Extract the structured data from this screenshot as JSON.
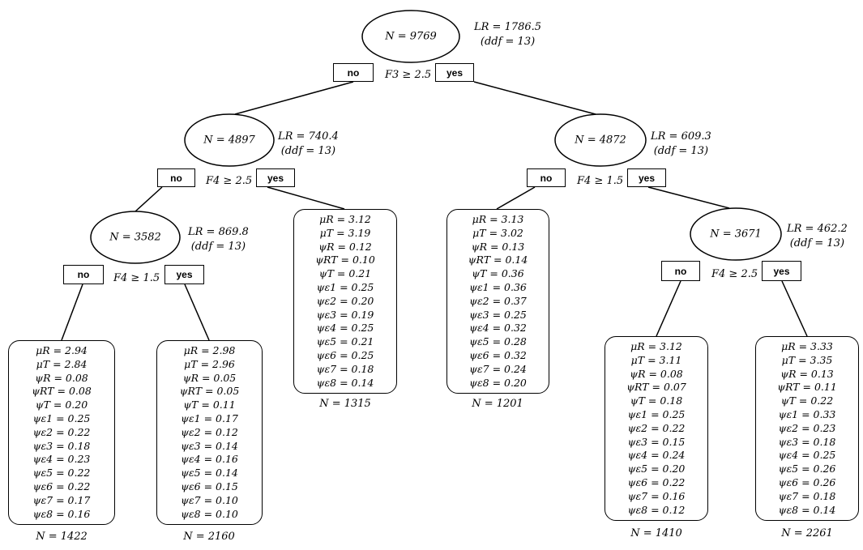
{
  "nodes": {
    "root": {
      "n": "N = 9769",
      "lr": "LR = 1786.5",
      "ddf": "(ddf = 13)",
      "cond": "F3 ≥ 2.5",
      "no": "no",
      "yes": "yes"
    },
    "left": {
      "n": "N = 4897",
      "lr": "LR = 740.4",
      "ddf": "(ddf = 13)",
      "cond": "F4 ≥ 2.5",
      "no": "no",
      "yes": "yes"
    },
    "right": {
      "n": "N = 4872",
      "lr": "LR = 609.3",
      "ddf": "(ddf = 13)",
      "cond": "F4 ≥ 1.5",
      "no": "no",
      "yes": "yes"
    },
    "leftleft": {
      "n": "N = 3582",
      "lr": "LR = 869.8",
      "ddf": "(ddf = 13)",
      "cond": "F4 ≥ 1.5",
      "no": "no",
      "yes": "yes"
    },
    "rightright": {
      "n": "N = 3671",
      "lr": "LR = 462.2",
      "ddf": "(ddf = 13)",
      "cond": "F4 ≥ 2.5",
      "no": "no",
      "yes": "yes"
    }
  },
  "leaves": [
    {
      "n": "N = 1422",
      "lines": [
        "μR = 2.94",
        "μT = 2.84",
        "ψR = 0.08",
        "ψRT = 0.08",
        "ψT = 0.20",
        "ψε1 = 0.25",
        "ψε2 = 0.22",
        "ψε3 = 0.18",
        "ψε4 = 0.23",
        "ψε5 = 0.22",
        "ψε6 = 0.22",
        "ψε7 = 0.17",
        "ψε8 = 0.16"
      ]
    },
    {
      "n": "N = 2160",
      "lines": [
        "μR = 2.98",
        "μT = 2.96",
        "ψR = 0.05",
        "ψRT = 0.05",
        "ψT = 0.11",
        "ψε1 = 0.17",
        "ψε2 = 0.12",
        "ψε3 = 0.14",
        "ψε4 = 0.16",
        "ψε5 = 0.14",
        "ψε6 = 0.15",
        "ψε7 = 0.10",
        "ψε8 = 0.10"
      ]
    },
    {
      "n": "N = 1315",
      "lines": [
        "μR = 3.12",
        "μT = 3.19",
        "ψR = 0.12",
        "ψRT = 0.10",
        "ψT = 0.21",
        "ψε1 = 0.25",
        "ψε2 = 0.20",
        "ψε3 = 0.19",
        "ψε4 = 0.25",
        "ψε5 = 0.21",
        "ψε6 = 0.25",
        "ψε7 = 0.18",
        "ψε8 = 0.14"
      ]
    },
    {
      "n": "N = 1201",
      "lines": [
        "μR = 3.13",
        "μT = 3.02",
        "ψR = 0.13",
        "ψRT = 0.14",
        "ψT = 0.36",
        "ψε1 = 0.36",
        "ψε2 = 0.37",
        "ψε3 = 0.25",
        "ψε4 = 0.32",
        "ψε5 = 0.28",
        "ψε6 = 0.32",
        "ψε7 = 0.24",
        "ψε8 = 0.20"
      ]
    },
    {
      "n": "N = 1410",
      "lines": [
        "μR = 3.12",
        "μT = 3.11",
        "ψR = 0.08",
        "ψRT = 0.07",
        "ψT = 0.18",
        "ψε1 = 0.25",
        "ψε2 = 0.22",
        "ψε3 = 0.15",
        "ψε4 = 0.24",
        "ψε5 = 0.20",
        "ψε6 = 0.22",
        "ψε7 = 0.16",
        "ψε8 = 0.12"
      ]
    },
    {
      "n": "N = 2261",
      "lines": [
        "μR = 3.33",
        "μT = 3.35",
        "ψR = 0.13",
        "ψRT = 0.11",
        "ψT = 0.22",
        "ψε1 = 0.33",
        "ψε2 = 0.23",
        "ψε3 = 0.18",
        "ψε4 = 0.25",
        "ψε5 = 0.26",
        "ψε6 = 0.26",
        "ψε7 = 0.18",
        "ψε8 = 0.14"
      ]
    }
  ]
}
